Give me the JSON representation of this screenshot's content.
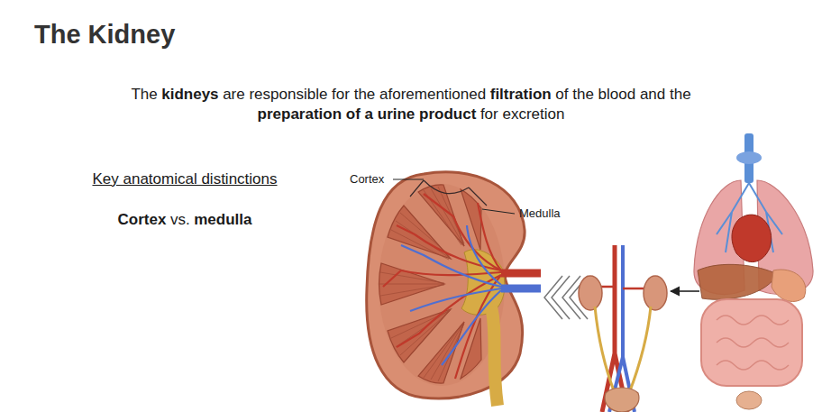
{
  "diagram": {
    "title": "The Kidney",
    "labels": [
      "The",
      "kidneys",
      "are responsible for the aforementioned",
      "filtration",
      "of the blood and the",
      "preparation of a urine product",
      "for excretion",
      "Key anatomical distinctions",
      "Cortex",
      "vs.",
      "medulla",
      "Cortex",
      "Medulla"
    ]
  }
}
